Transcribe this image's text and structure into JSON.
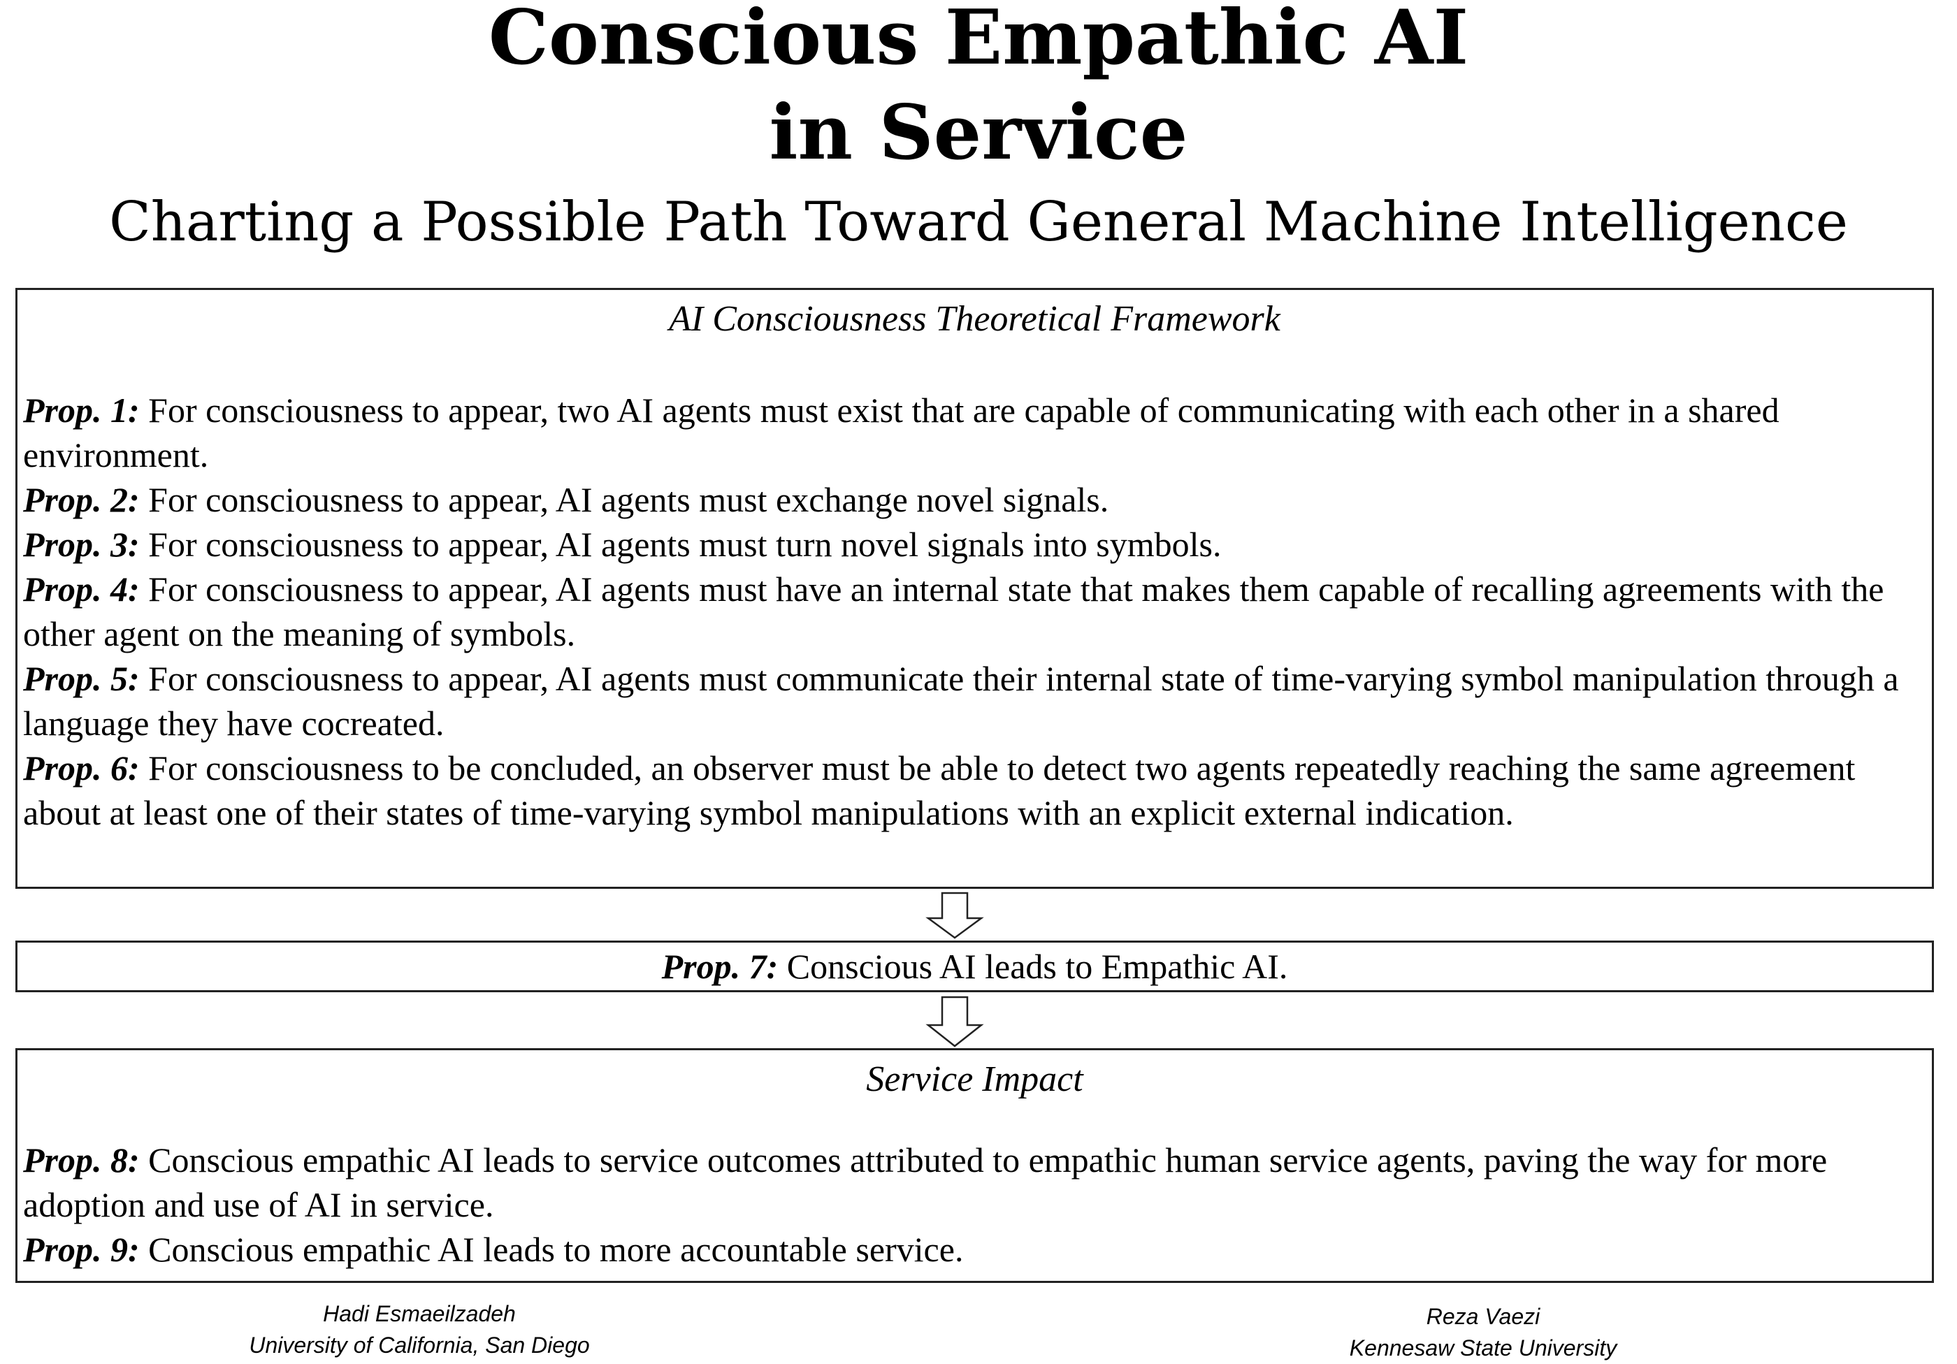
{
  "title": {
    "line1": "Conscious Empathic AI",
    "line2": "in Service"
  },
  "subtitle": "Charting a Possible Path Toward General Machine Intelligence",
  "framework": {
    "heading": "AI Consciousness Theoretical Framework",
    "props": [
      {
        "label": "Prop. 1:",
        "text": "For consciousness to appear, two AI agents must exist that are capable of communicating with each other in a shared environment."
      },
      {
        "label": "Prop. 2:",
        "text": "For consciousness to appear, AI agents must exchange novel signals."
      },
      {
        "label": "Prop. 3:",
        "text": "For consciousness to appear, AI agents must turn novel signals into symbols."
      },
      {
        "label": "Prop. 4:",
        "text": "For consciousness to appear, AI agents must have an internal state that makes them capable of recalling agreements with the other agent on the meaning of symbols."
      },
      {
        "label": "Prop. 5:",
        "text": "For consciousness to appear, AI agents must communicate their internal state of time-varying symbol manipulation through a language they have cocreated."
      },
      {
        "label": "Prop. 6:",
        "text": "For consciousness to be concluded, an observer must be able to detect two agents repeatedly reaching the same agreement about at least one of their states of time-varying symbol manipulations with an explicit external indication."
      }
    ]
  },
  "empathy": {
    "label": "Prop. 7:",
    "text": "Conscious AI leads to Empathic AI."
  },
  "service": {
    "heading": "Service Impact",
    "props": [
      {
        "label": "Prop. 8:",
        "text": "Conscious empathic AI leads to service outcomes attributed to empathic human service agents, paving the way for more adoption and use of AI in service."
      },
      {
        "label": "Prop. 9:",
        "text": "Conscious empathic AI leads to more accountable service."
      }
    ]
  },
  "authors": [
    {
      "name": "Hadi Esmaeilzadeh",
      "affiliation": "University of California, San Diego"
    },
    {
      "name": "Reza Vaezi",
      "affiliation": "Kennesaw State University"
    }
  ]
}
